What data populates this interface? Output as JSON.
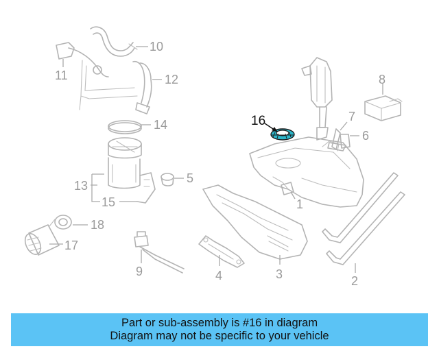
{
  "diagram": {
    "callouts": {
      "c1": "1",
      "c2": "2",
      "c3": "3",
      "c4": "4",
      "c5": "5",
      "c6": "6",
      "c7": "7",
      "c8": "8",
      "c9": "9",
      "c10": "10",
      "c11": "11",
      "c12": "12",
      "c13": "13",
      "c14": "14",
      "c15": "15",
      "c16": "16",
      "c17": "17",
      "c18": "18"
    },
    "highlighted_part": "16",
    "highlight_color": "#2bb5c9"
  },
  "banner": {
    "line1": "Part or sub-assembly is #16 in diagram",
    "line2": "Diagram may not be specific to your vehicle",
    "background": "#5bc3f5"
  }
}
